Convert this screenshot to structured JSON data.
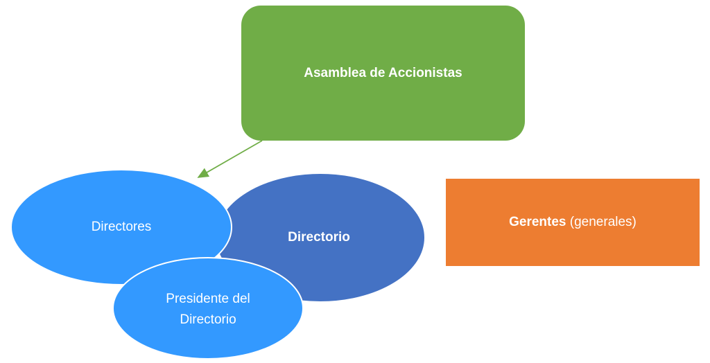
{
  "nodes": {
    "asamblea": {
      "label": "Asamblea de Accionistas",
      "color": "#70AD47"
    },
    "directorio": {
      "label": "Directorio",
      "color": "#4472C4"
    },
    "directores": {
      "label": "Directores",
      "color": "#3399FF"
    },
    "presidente": {
      "line1": "Presidente del",
      "line2": "Directorio",
      "color": "#3399FF"
    },
    "gerentes": {
      "bold": "Gerentes",
      "rest": "(generales)",
      "color": "#ED7D31"
    }
  },
  "edges": [
    {
      "from": "asamblea",
      "to": "directores",
      "color": "#70AD47"
    }
  ]
}
